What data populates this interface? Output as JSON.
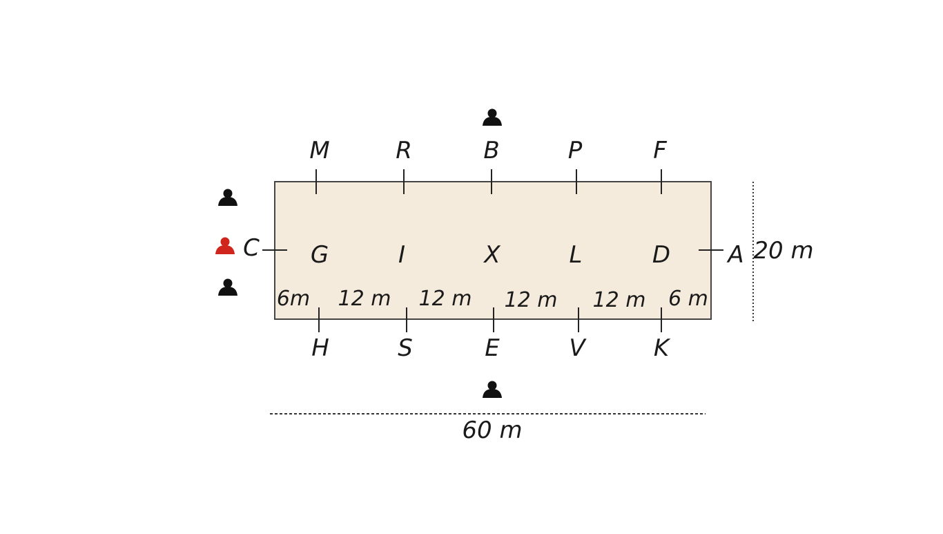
{
  "arena": {
    "fill_color": "#f5ebdc",
    "border_color": "#444444",
    "letters": {
      "top": [
        "M",
        "R",
        "B",
        "P",
        "F"
      ],
      "bottom": [
        "H",
        "S",
        "E",
        "V",
        "K"
      ],
      "centerline": [
        "G",
        "I",
        "X",
        "L",
        "D"
      ],
      "short_end_left": "C",
      "short_end_right": "A"
    },
    "segment_labels": [
      "6m",
      "12 m",
      "12 m",
      "12 m",
      "12 m",
      "6 m"
    ],
    "width_label": "20 m",
    "length_label": "60 m"
  },
  "judges": [
    {
      "id": "judge-top",
      "icon": "person-icon",
      "color": "#111111"
    },
    {
      "id": "judge-left-upper",
      "icon": "person-icon",
      "color": "#111111"
    },
    {
      "id": "judge-c-chief",
      "icon": "person-icon",
      "color": "#d0251c"
    },
    {
      "id": "judge-left-lower",
      "icon": "person-icon",
      "color": "#111111"
    },
    {
      "id": "judge-bottom",
      "icon": "person-icon",
      "color": "#111111"
    }
  ]
}
